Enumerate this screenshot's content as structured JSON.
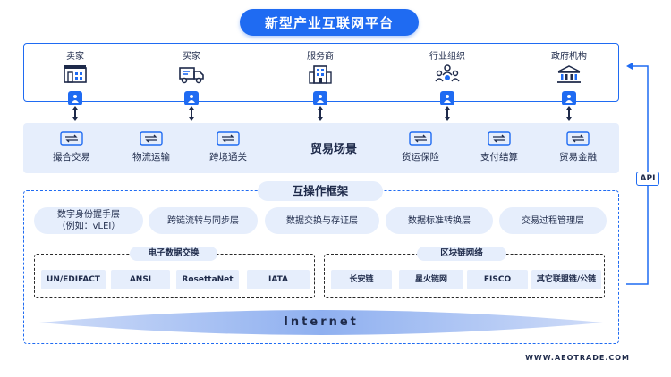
{
  "title": "新型产业互联网平台",
  "participants": [
    {
      "label": "卖家",
      "icon": "shop-icon"
    },
    {
      "label": "买家",
      "icon": "truck-icon"
    },
    {
      "label": "服务商",
      "icon": "building-icon"
    },
    {
      "label": "行业组织",
      "icon": "group-icon"
    },
    {
      "label": "政府机构",
      "icon": "government-icon"
    }
  ],
  "scenarios": {
    "center": "贸易场景",
    "items": [
      {
        "label": "撮合交易",
        "icon": "exchange-icon"
      },
      {
        "label": "物流运输",
        "icon": "exchange-icon"
      },
      {
        "label": "跨境通关",
        "icon": "exchange-icon"
      },
      {
        "label": "货运保险",
        "icon": "exchange-icon"
      },
      {
        "label": "支付结算",
        "icon": "exchange-icon"
      },
      {
        "label": "贸易金融",
        "icon": "exchange-icon"
      }
    ]
  },
  "framework": {
    "title": "互操作框架",
    "layers": [
      {
        "line1": "数字身份握手层",
        "line2": "（例如：vLEI）"
      },
      {
        "line1": "跨链流转与同步层",
        "line2": ""
      },
      {
        "line1": "数据交换与存证层",
        "line2": ""
      },
      {
        "line1": "数据标准转换层",
        "line2": ""
      },
      {
        "line1": "交易过程管理层",
        "line2": ""
      }
    ],
    "edi": {
      "title": "电子数据交换",
      "items": [
        "UN/EDIFACT",
        "ANSI",
        "RosettaNet",
        "IATA"
      ]
    },
    "blockchain": {
      "title": "区块链网络",
      "items": [
        "长安链",
        "星火链网",
        "FISCO",
        "其它联盟链/公链"
      ]
    }
  },
  "internet": "Internet",
  "api": "API",
  "footer": "WWW.AEOTRADE.COM",
  "colors": {
    "primary": "#1f6bf2",
    "light": "#e6eefc",
    "text": "#1e2a4a"
  }
}
